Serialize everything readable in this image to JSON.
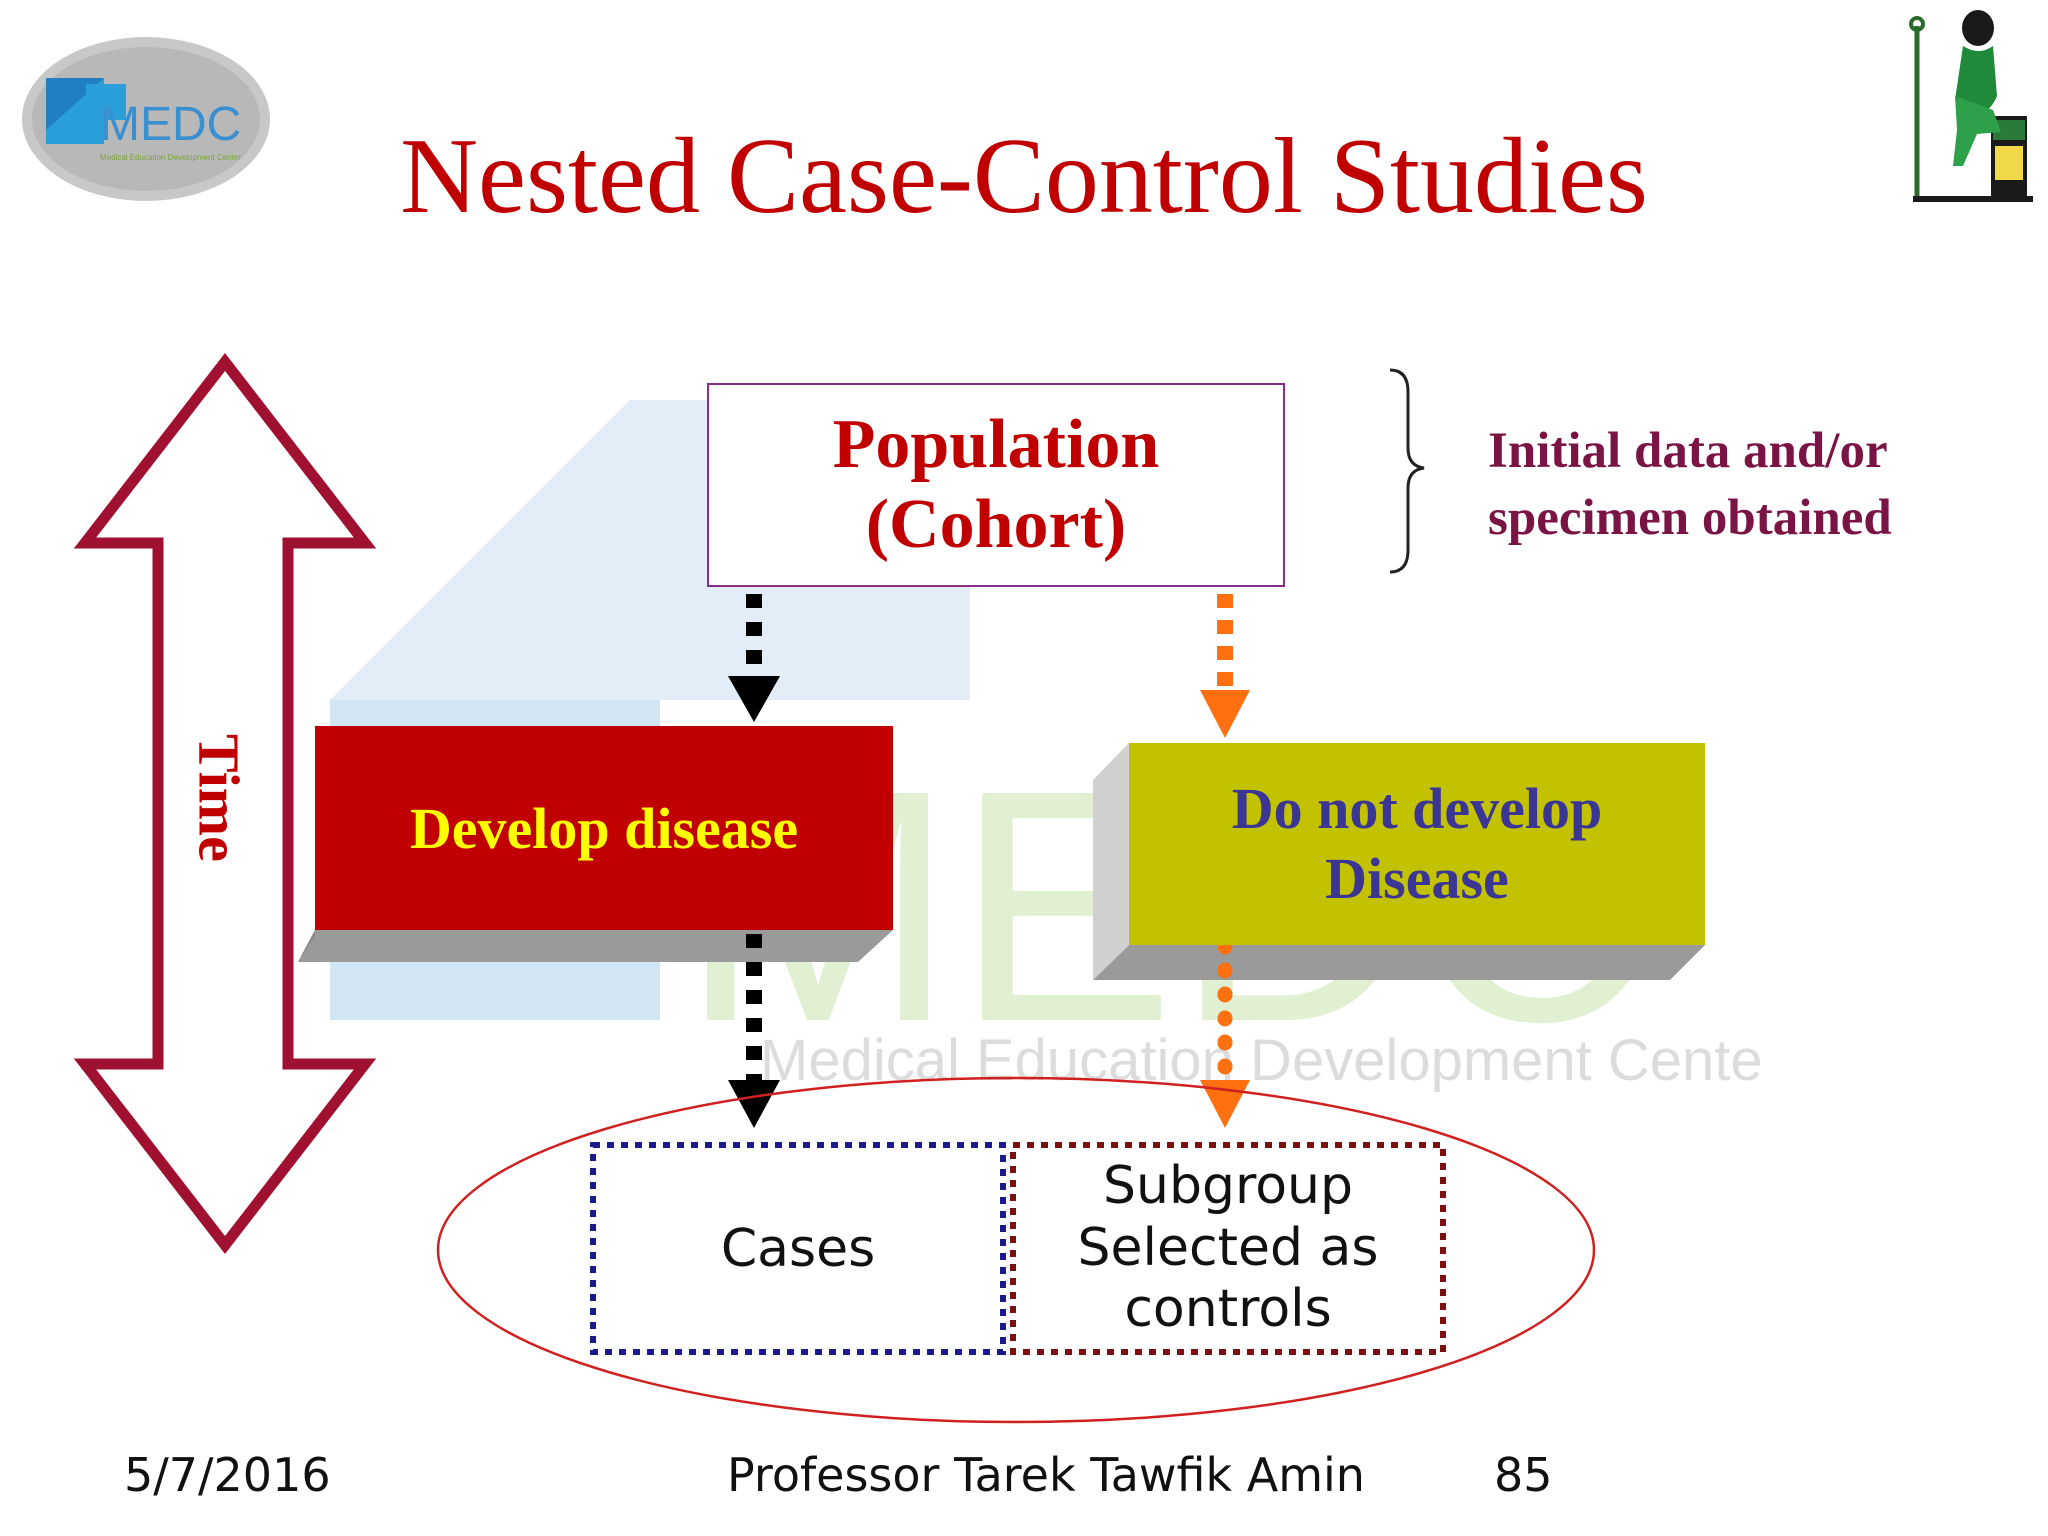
{
  "slide": {
    "title": "Nested Case-Control Studies",
    "left_logo": {
      "icon": "medc-logo",
      "text": "MEDC"
    },
    "right_logo": {
      "icon": "pharaoh-scribe-icon"
    },
    "watermark": {
      "text": "MEDC",
      "subtitle": "Medical Education Development Center"
    }
  },
  "diagram": {
    "population_line1": "Population",
    "population_line2": "(Cohort)",
    "note_line1": "Initial data and/or",
    "note_line2": "specimen obtained",
    "time_label": "Time",
    "develop_label": "Develop disease",
    "no_develop_line1": "Do not develop",
    "no_develop_line2": "Disease",
    "cases_label": "Cases",
    "controls_line1": "Subgroup",
    "controls_line2": "Selected as",
    "controls_line3": "controls"
  },
  "footer": {
    "date": "5/7/2016",
    "author": "Professor Tarek Tawfik Amin",
    "page": "85"
  },
  "colors": {
    "title": "#c00000",
    "develop_box": "#c00000",
    "develop_text": "#ffff00",
    "no_develop_box": "#c2c200",
    "no_develop_text": "#3b3593",
    "time_arrow": "#a01030",
    "left_arrows": "#000000",
    "right_arrows": "#ff7010",
    "note_text": "#7a1445",
    "ellipse": "#d02020",
    "cases_border": "#1a1a8a",
    "controls_border": "#7a1010"
  }
}
